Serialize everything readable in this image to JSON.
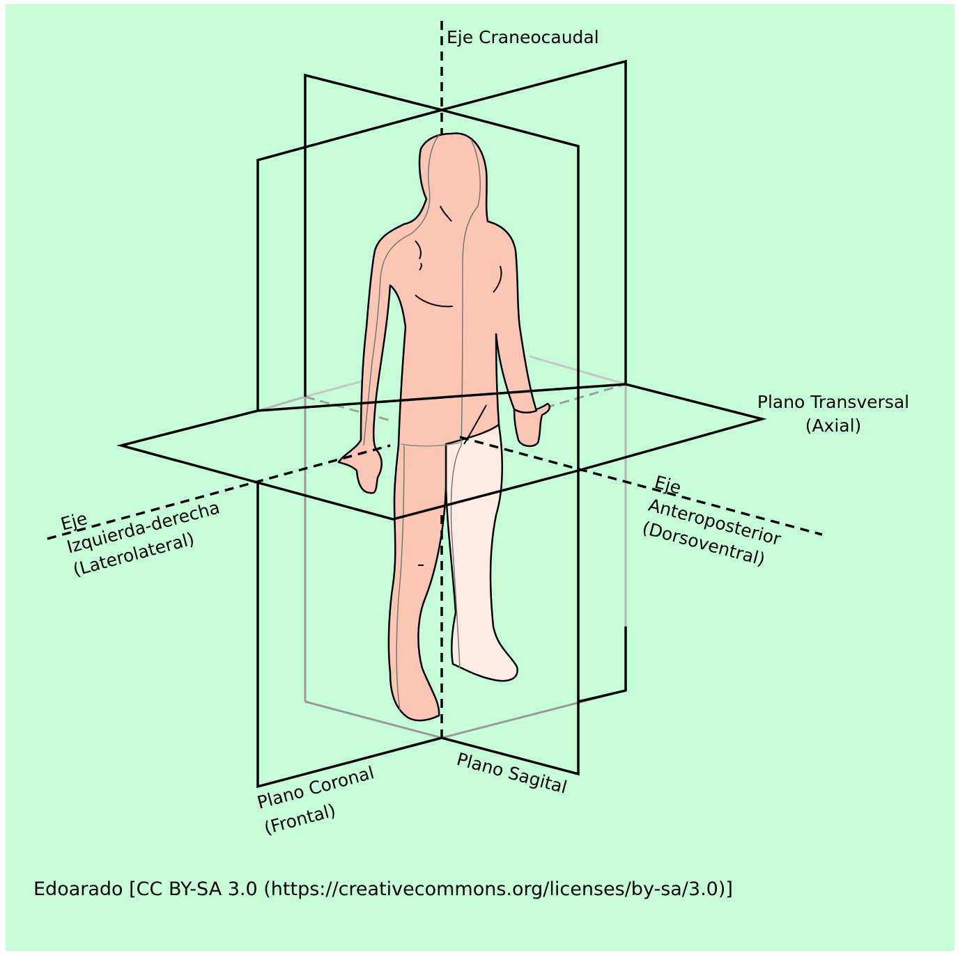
{
  "labels": {
    "cranio_axis": "Eje Craneocaudal",
    "transverse_plane": [
      "Plano Transversal",
      "(Axial)"
    ],
    "ap_axis": [
      "Eje",
      "Anteroposterior",
      "(Dorsoventral)"
    ],
    "lr_axis": [
      "Eje",
      "Izquierda-derecha",
      "(Laterolateral)"
    ],
    "coronal_plane": [
      "Plano Coronal",
      "(Frontal)"
    ],
    "sagittal_plane": "Plano Sagital"
  },
  "credit": "Edoarado [CC BY-SA 3.0 (https://creativecommons.org/licenses/by-sa/3.0)]",
  "colors": {
    "background": "#c6fdd8",
    "skin": "#fbc6b3",
    "skin_light": "#fdebe5",
    "line": "#000000",
    "hidden_line": "#a8a8a8"
  }
}
